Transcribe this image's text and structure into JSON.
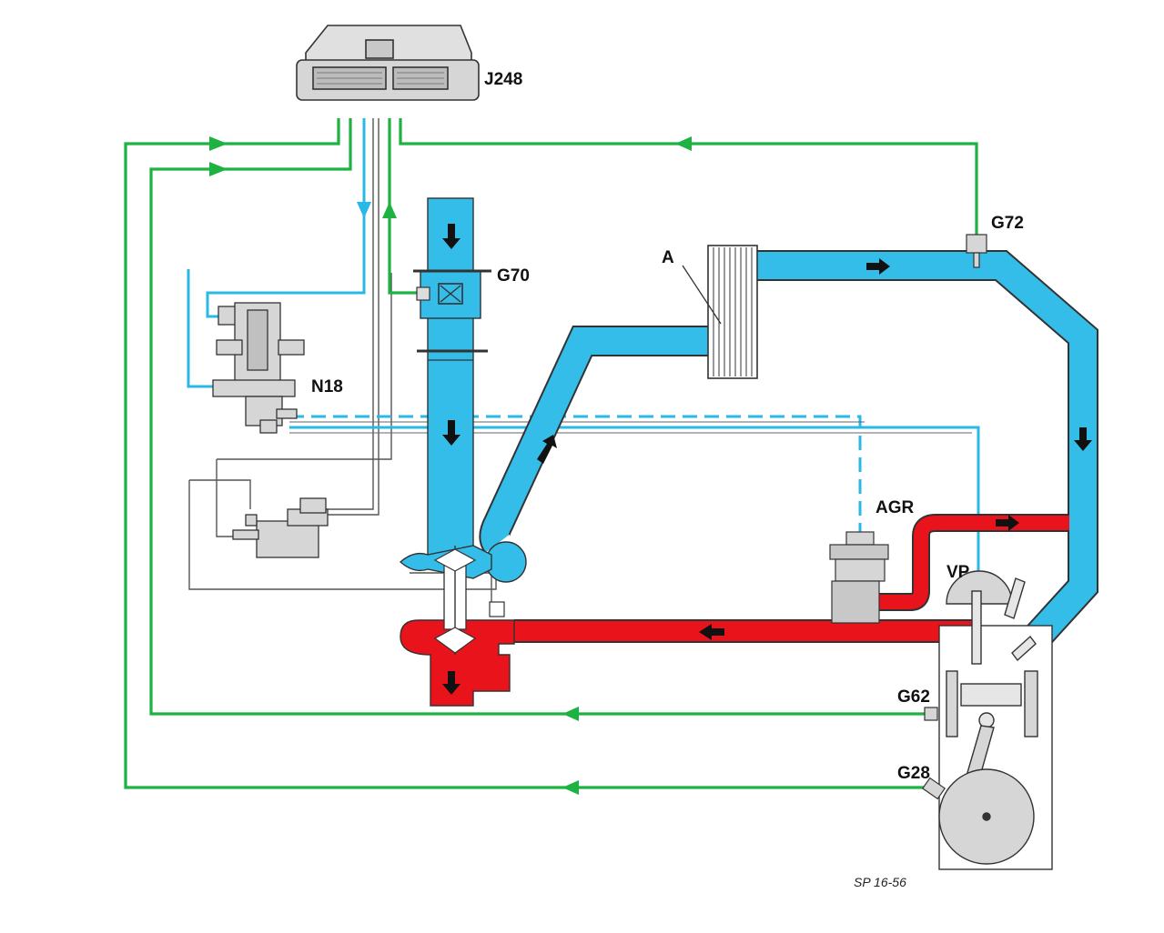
{
  "labels": {
    "ecu": "J248",
    "boost_pressure_sender": "G70",
    "intake_temp_sender": "G72",
    "intercooler": "A",
    "vacuum_valve": "N18",
    "egr_valve": "AGR",
    "injection_pump": "VP",
    "coolant_temp_sender": "G62",
    "speed_sender": "G28"
  },
  "figure_ref": "SP 16-56",
  "colors": {
    "signal": "#1db241",
    "vacuum": "#2ab8e6",
    "intake_air": "#35bde9",
    "exhaust": "#e8131b",
    "outline": "#333333",
    "component": "#d6d6d6"
  }
}
